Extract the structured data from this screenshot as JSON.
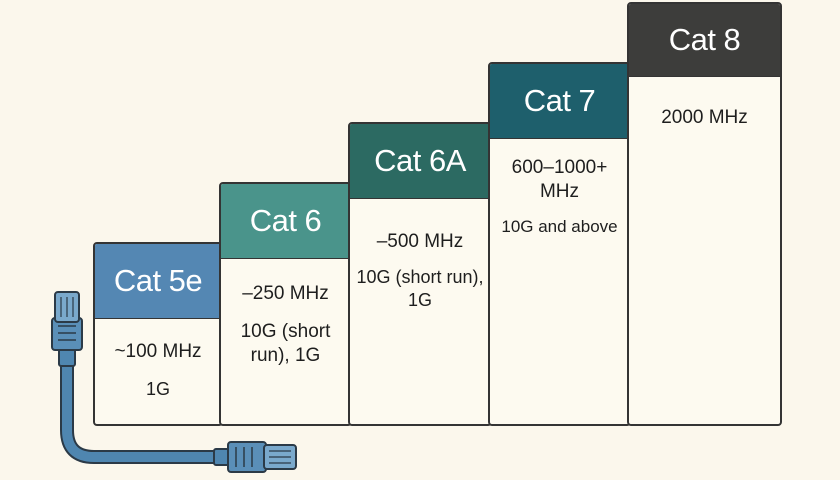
{
  "categories": [
    {
      "id": "cat5e",
      "name": "Cat 5e",
      "frequency": "~100 MHz",
      "speed": "1G",
      "color": "#5487b3"
    },
    {
      "id": "cat6",
      "name": "Cat 6",
      "frequency": "–250 MHz",
      "speed": "10G (short run), 1G",
      "color": "#4a948b"
    },
    {
      "id": "cat6a",
      "name": "Cat 6A",
      "frequency": "–500 MHz",
      "speed": "10G (short run), 1G",
      "color": "#2c6a62"
    },
    {
      "id": "cat7",
      "name": "Cat 7",
      "frequency": "600–1000+ MHz",
      "speed": "10G and above",
      "color": "#1e5f6c"
    },
    {
      "id": "cat8",
      "name": "Cat 8",
      "frequency": "2000 MHz",
      "speed": "",
      "color": "#3d3d3b"
    }
  ],
  "icons": {
    "cable": "ethernet-cable-icon"
  },
  "colors": {
    "background": "#fbf7ec",
    "outline": "#343434",
    "cable": "#4f86b0"
  }
}
